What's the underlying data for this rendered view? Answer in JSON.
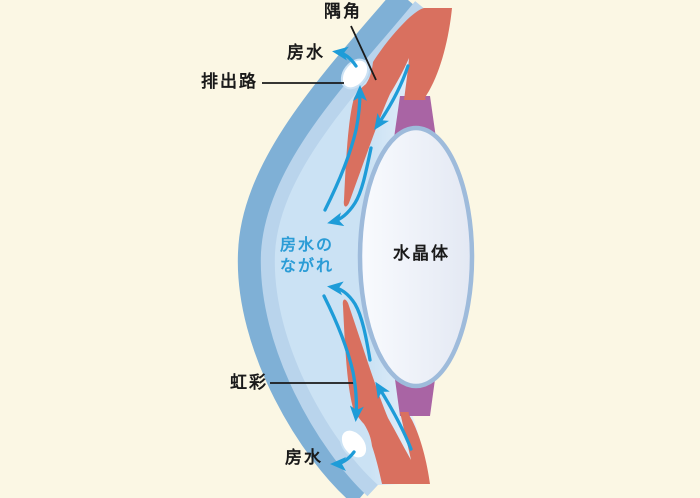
{
  "diagram": {
    "title_hidden": "",
    "labels": {
      "angle": "隅角",
      "aqueous_top": "房水",
      "outflow_path": "排出路",
      "aqueous_flow_line1": "房水の",
      "aqueous_flow_line2": "ながれ",
      "lens": "水晶体",
      "iris": "虹彩",
      "aqueous_bottom": "房水"
    },
    "colors": {
      "background": "#FBF7E4",
      "cornea_outer": "#7FB0D6",
      "cornea_inner": "#B9D4EC",
      "chamber_light": "#CBE2F4",
      "chamber_lighter": "#E9F2FB",
      "tissue_red": "#D9705F",
      "ciliary_purple": "#A964A4",
      "lens_fill": "#E3E8F3",
      "lens_fill_light": "#F9FBFE",
      "lens_border": "#9EBBDB",
      "arrow_blue": "#1E9CD8",
      "flow_text": "#2B9CD6",
      "label_text": "#1A1A1A"
    }
  }
}
